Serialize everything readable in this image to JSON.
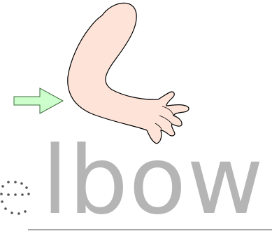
{
  "word": {
    "text": "lbow"
  },
  "colors": {
    "arm_fill": "#fde3d8",
    "arm_stroke": "#000000",
    "arrow_fill": "#ccffcc",
    "arrow_stroke": "#3d6b3d",
    "dotted_letter": "#555555",
    "text": "#b5b5b5"
  },
  "icons": {
    "arm": "bent-arm-illustration",
    "arrow": "right-arrow-icon",
    "dotted_e": "dotted-letter-e"
  }
}
